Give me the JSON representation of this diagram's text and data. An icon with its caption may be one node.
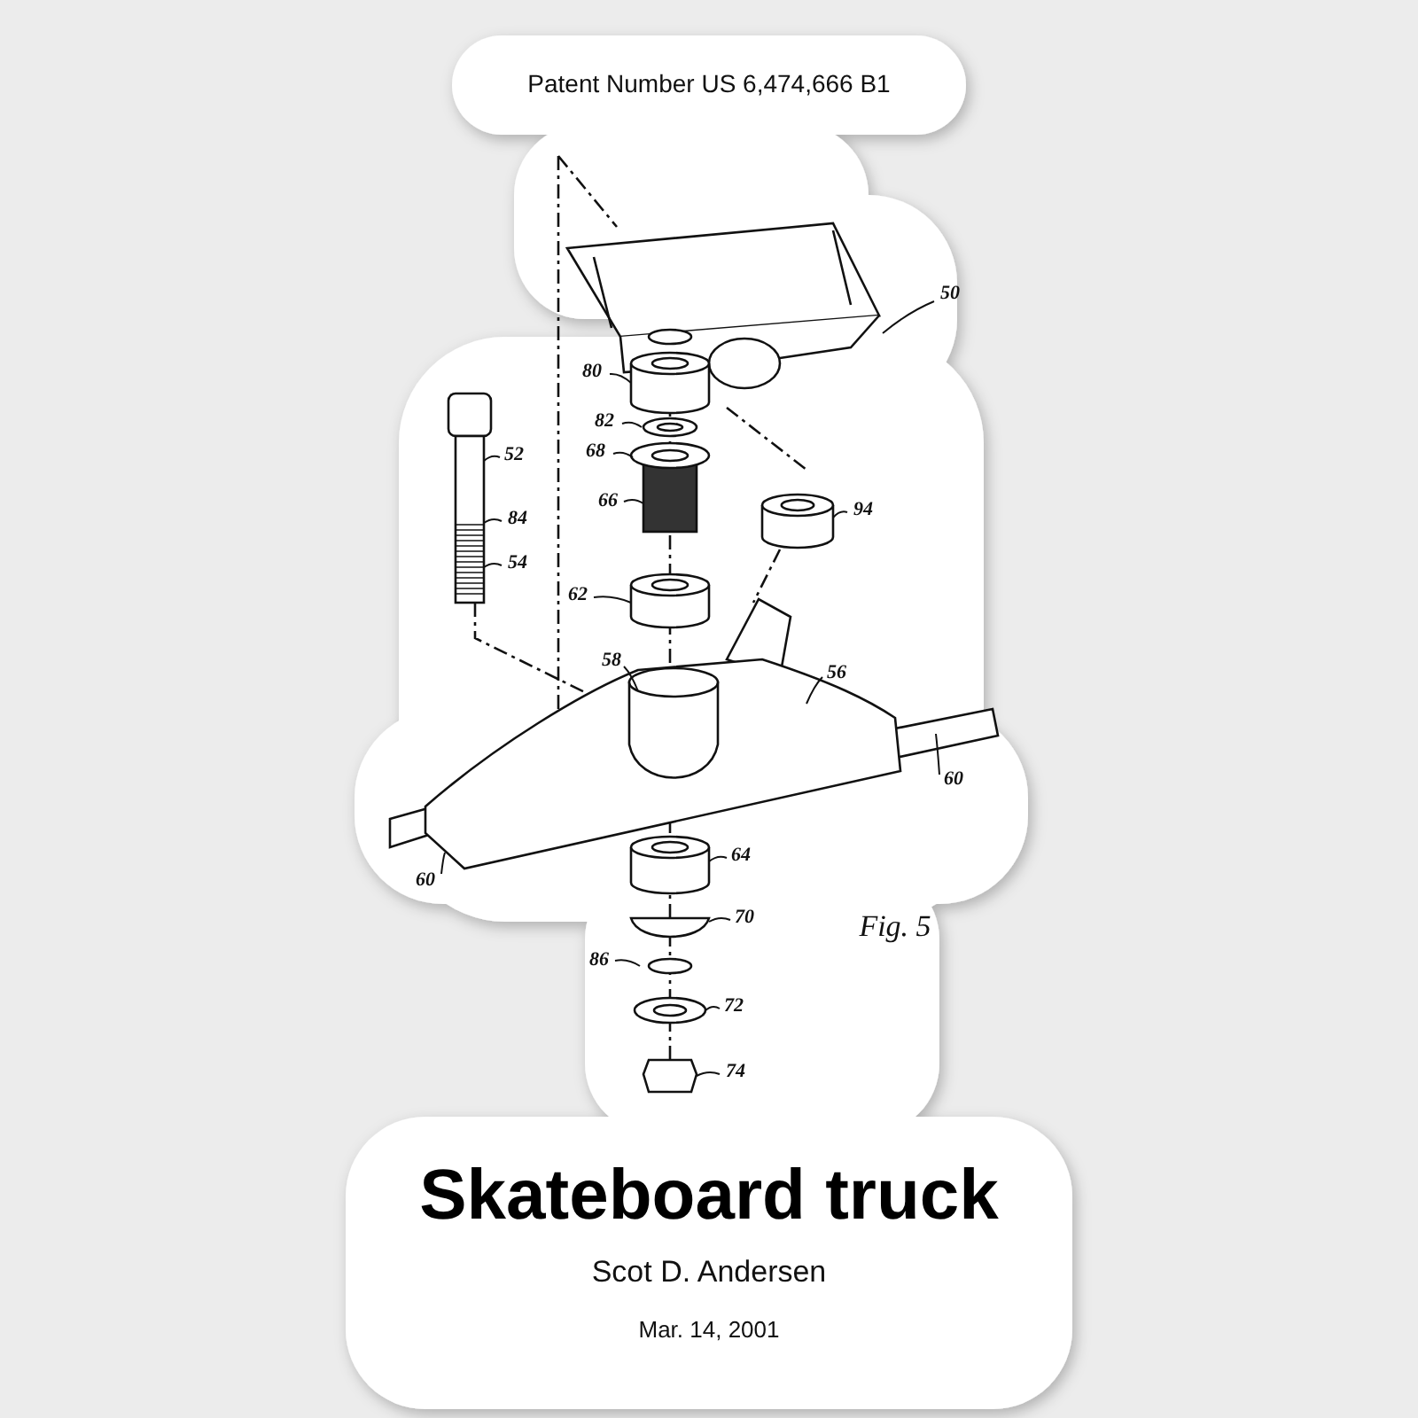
{
  "diagram": {
    "title": "Skateboard truck",
    "nodes": [
      {
        "text": [
          "50"
        ]
      },
      {
        "text": [
          "80"
        ]
      },
      {
        "text": [
          "82"
        ]
      },
      {
        "text": [
          "68"
        ]
      },
      {
        "text": [
          "52"
        ]
      },
      {
        "text": [
          "66"
        ]
      },
      {
        "text": [
          "94"
        ]
      },
      {
        "text": [
          "84"
        ]
      },
      {
        "text": [
          "54"
        ]
      },
      {
        "text": [
          "62"
        ]
      },
      {
        "text": [
          "58"
        ]
      },
      {
        "text": [
          "56"
        ]
      },
      {
        "text": [
          "60"
        ]
      },
      {
        "text": [
          "60"
        ]
      },
      {
        "text": [
          "64"
        ]
      },
      {
        "text": [
          "70"
        ]
      },
      {
        "text": [
          "86"
        ]
      },
      {
        "text": [
          "72"
        ]
      },
      {
        "text": [
          "74"
        ]
      }
    ],
    "edges": [
      {
        "from": 0,
        "to": null,
        "arrow": "none"
      },
      {
        "from": 1,
        "to": null,
        "arrow": "none"
      },
      {
        "from": 2,
        "to": null,
        "arrow": "none"
      },
      {
        "from": 3,
        "to": null,
        "arrow": "none"
      },
      {
        "from": 4,
        "to": null,
        "arrow": "none"
      },
      {
        "from": 5,
        "to": null,
        "arrow": "none"
      },
      {
        "from": 6,
        "to": null,
        "arrow": "none"
      },
      {
        "from": 7,
        "to": null,
        "arrow": "none"
      },
      {
        "from": 8,
        "to": null,
        "arrow": "none"
      },
      {
        "from": 9,
        "to": null,
        "arrow": "none"
      },
      {
        "from": 10,
        "to": null,
        "arrow": "none"
      },
      {
        "from": 11,
        "to": null,
        "arrow": "none"
      },
      {
        "from": 12,
        "to": null,
        "arrow": "none"
      },
      {
        "from": 13,
        "to": null,
        "arrow": "none"
      },
      {
        "from": 14,
        "to": null,
        "arrow": "none"
      },
      {
        "from": 15,
        "to": null,
        "arrow": "none"
      },
      {
        "from": 16,
        "to": null,
        "arrow": "none"
      },
      {
        "from": 17,
        "to": null,
        "arrow": "none"
      },
      {
        "from": 18,
        "to": null,
        "arrow": "none"
      }
    ],
    "labels": [
      "Patent Number US 6,474,666 B1",
      "Fig. 5",
      "Scot D. Andersen",
      "Mar. 14, 2001"
    ]
  }
}
